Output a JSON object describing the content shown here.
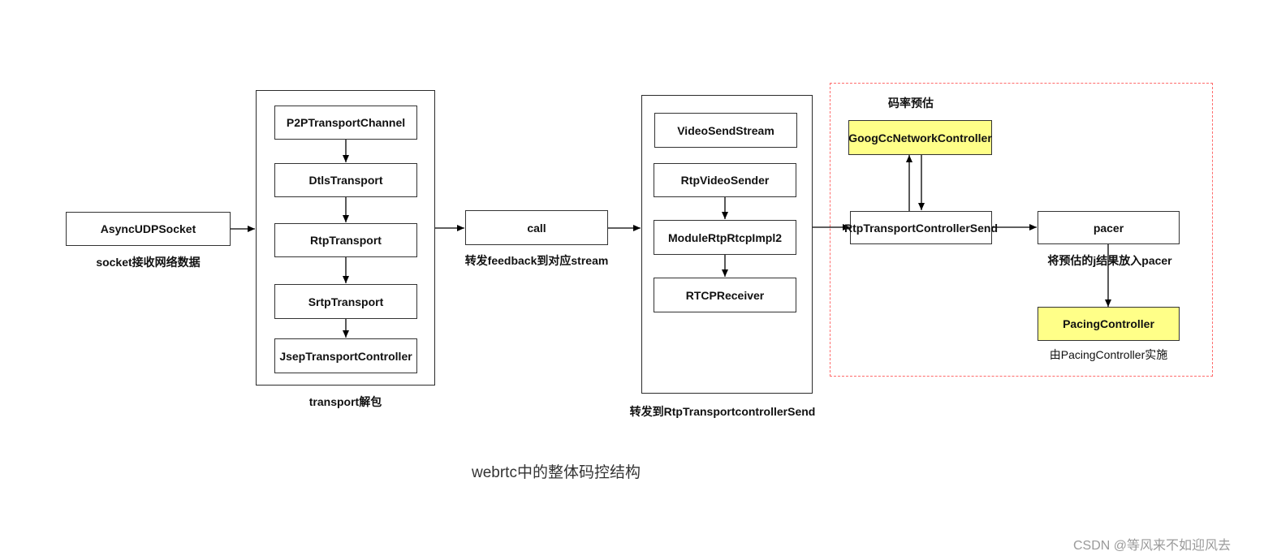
{
  "nodes": {
    "async_udp_socket": "AsyncUDPSocket",
    "p2p_transport_channel": "P2PTransportChannel",
    "dtls_transport": "DtlsTransport",
    "rtp_transport": "RtpTransport",
    "srtp_transport": "SrtpTransport",
    "jsep_transport_controller": "JsepTransportController",
    "call": "call",
    "video_send_stream": "VideoSendStream",
    "rtp_video_sender": "RtpVideoSender",
    "module_rtp_rtcp_impl2": "ModuleRtpRtcpImpl2",
    "rtcp_receiver": "RTCPReceiver",
    "goog_cc_network_controller": "GoogCcNetworkController",
    "rtp_transport_controller_send": "RtpTransportControllerSend",
    "pacer": "pacer",
    "pacing_controller": "PacingController"
  },
  "captions": {
    "socket": "socket接收网络数据",
    "transport_group": "transport解包",
    "call": "转发feedback到对应stream",
    "stream_group": "转发到RtpTransportcontrollerSend",
    "bitrate_group": "码率预估",
    "pacer": "将预估的j结果放入pacer",
    "pacing": "由PacingController实施"
  },
  "diagram_title": "webrtc中的整体码控结构",
  "watermark": "CSDN @等风来不如迎风去",
  "colors": {
    "highlight": "#ffff88",
    "dashed_border": "#ff6b6b"
  }
}
